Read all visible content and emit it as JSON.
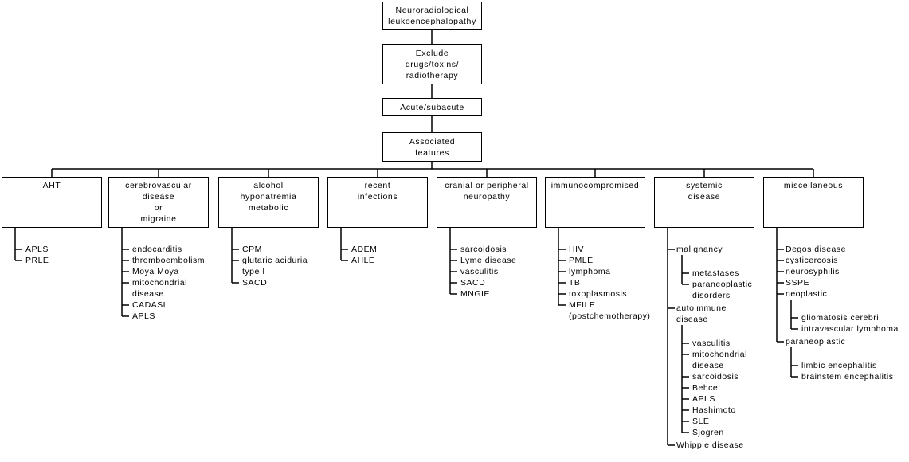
{
  "boxes": {
    "root": [
      "Neuroradiological",
      "leukoencephalopathy"
    ],
    "exclude": [
      "Exclude",
      "drugs/toxins/",
      "radiotherapy"
    ],
    "acute": [
      "Acute/subacute"
    ],
    "associated": [
      "Associated",
      "features"
    ]
  },
  "categories": [
    {
      "key": "aht",
      "title": [
        "AHT"
      ],
      "items": [
        [
          "APLS"
        ],
        [
          "PRLE"
        ]
      ]
    },
    {
      "key": "cerebrovascular",
      "title": [
        "cerebrovascular",
        "disease",
        "or",
        "migraine"
      ],
      "items": [
        [
          "endocarditis"
        ],
        [
          "thromboembolism"
        ],
        [
          "Moya Moya"
        ],
        [
          "mitochondrial",
          "disease"
        ],
        [
          "CADASIL"
        ],
        [
          "APLS"
        ]
      ]
    },
    {
      "key": "alcohol",
      "title": [
        "alcohol",
        "hyponatremia",
        "metabolic"
      ],
      "items": [
        [
          "CPM"
        ],
        [
          "glutaric aciduria",
          "type I"
        ],
        [
          "SACD"
        ]
      ]
    },
    {
      "key": "infections",
      "title": [
        "recent",
        "infections"
      ],
      "items": [
        [
          "ADEM"
        ],
        [
          "AHLE"
        ]
      ]
    },
    {
      "key": "neuropathy",
      "title": [
        "cranial or peripheral",
        "neuropathy"
      ],
      "items": [
        [
          "sarcoidosis"
        ],
        [
          "Lyme disease"
        ],
        [
          "vasculitis"
        ],
        [
          "SACD"
        ],
        [
          "MNGIE"
        ]
      ]
    },
    {
      "key": "immuno",
      "title": [
        "immunocompromised"
      ],
      "items": [
        [
          "HIV"
        ],
        [
          "PMLE"
        ],
        [
          "lymphoma"
        ],
        [
          "TB"
        ],
        [
          "toxoplasmosis"
        ],
        [
          "MFILE",
          "(postchemotherapy)"
        ]
      ]
    },
    {
      "key": "systemic",
      "title": [
        "systemic",
        "disease"
      ],
      "groups": [
        {
          "label": [
            "malignancy"
          ],
          "items": [
            [
              "metastases"
            ],
            [
              "paraneoplastic",
              "disorders"
            ]
          ]
        },
        {
          "label": [
            "autoimmune",
            "disease"
          ],
          "items": [
            [
              "vasculitis"
            ],
            [
              "mitochondrial",
              "disease"
            ],
            [
              "sarcoidosis"
            ],
            [
              "Behcet"
            ],
            [
              "APLS"
            ],
            [
              "Hashimoto"
            ],
            [
              "SLE"
            ],
            [
              "Sjogren"
            ]
          ]
        },
        {
          "label": [
            "Whipple disease"
          ],
          "items": []
        }
      ]
    },
    {
      "key": "misc",
      "title": [
        "miscellaneous"
      ],
      "groups": [
        {
          "label": [
            "Degos disease"
          ],
          "items": []
        },
        {
          "label": [
            "cysticercosis"
          ],
          "items": []
        },
        {
          "label": [
            "neurosyphilis"
          ],
          "items": []
        },
        {
          "label": [
            "SSPE"
          ],
          "items": []
        },
        {
          "label": [
            "neoplastic"
          ],
          "items": [
            [
              "gliomatosis cerebri"
            ],
            [
              "intravascular lymphoma"
            ]
          ]
        },
        {
          "label": [
            "paraneoplastic"
          ],
          "items": [
            [
              "limbic encephalitis"
            ],
            [
              "brainstem encephalitis"
            ]
          ]
        }
      ]
    }
  ]
}
